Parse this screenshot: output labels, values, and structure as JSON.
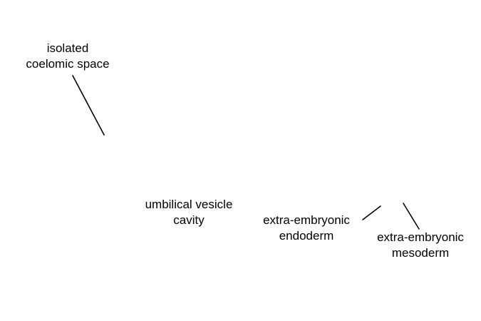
{
  "labels": {
    "isolated_coelomic_space": {
      "line1": "isolated",
      "line2": "coelomic space"
    },
    "umbilical_vesicle_cavity": {
      "line1": "umbilical vesicle",
      "line2": "cavity"
    },
    "extra_embryonic_endoderm": {
      "line1": "extra-embryonic",
      "line2": "endoderm"
    },
    "extra_embryonic_mesoderm": {
      "line1": "extra-embryonic",
      "line2": "mesoderm"
    }
  },
  "colors": {
    "background": "#ffffff",
    "text": "#000000",
    "leader_line": "#000000"
  }
}
